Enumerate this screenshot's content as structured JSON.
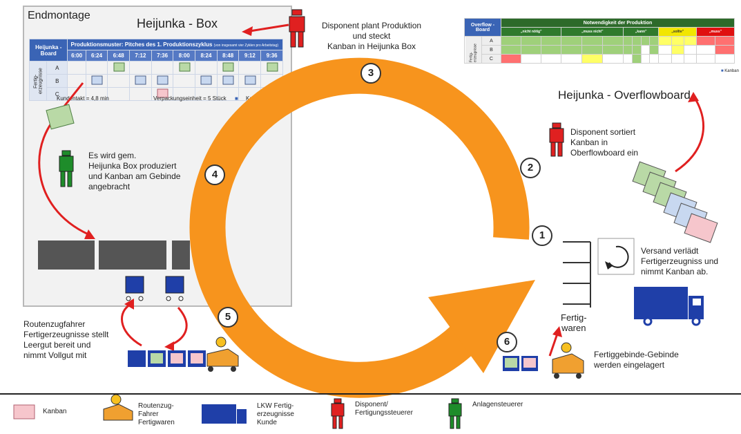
{
  "endmontage": {
    "title": "Endmontage",
    "box_title": "Heijunka - Box"
  },
  "heijunka_board": {
    "label": "Heijunka - Board",
    "header": "Produktionsmuster: Pitches des 1. Produktionszyklus",
    "header_note": "(von insgesamt vier Zyklen pro Arbeitstag)",
    "times": [
      "6:00",
      "6:24",
      "6:48",
      "7:12",
      "7:36",
      "8:00",
      "8:24",
      "8:48",
      "9:12",
      "9:36"
    ],
    "rows": [
      "A",
      "B",
      "C"
    ],
    "side_label": "Fertig-erzeugnisse",
    "footer_left": "Kundentakt = 4,8 min",
    "footer_mid": "Verpackungseinheit = 5 Stück",
    "footer_right": "Kanban"
  },
  "overflow_board": {
    "label": "Overflow - Board",
    "header": "Notwendigkeit der Produktion",
    "categories": [
      "„nicht nötig\"",
      "„muss nicht\"",
      "„kann\"",
      "„sollte\"",
      "„muss\""
    ],
    "rows": [
      "A",
      "B",
      "C"
    ],
    "side_label": "Fertig-erzeugnisse",
    "legend": "Kanban",
    "title": "Heijunka - Overflowboard"
  },
  "steps": {
    "s1": "1",
    "s2": "2",
    "s3": "3",
    "s4": "4",
    "s5": "5",
    "s6": "6",
    "t3_l1": "Disponent plant Produktion",
    "t3_l2": "und steckt",
    "t3_l3": "Kanban in Heijunka Box",
    "t2_l1": "Disponent sortiert",
    "t2_l2": "Kanban in",
    "t2_l3": "Oberflowboard ein",
    "t4_l1": "Es wird gem.",
    "t4_l2": "Heijunka Box produziert",
    "t4_l3": "und Kanban am Gebinde",
    "t4_l4": "angebracht",
    "t1_l1": "Versand verlädt",
    "t1_l2": "Fertigerzeugniss und",
    "t1_l3": "nimmt Kanban ab.",
    "t5_l1": "Routenzugfahrer",
    "t5_l2": "Fertigerzeugnisse stellt",
    "t5_l3": "Leergut bereit und",
    "t5_l4": "nimmt Vollgut mit",
    "t6_l1": "Fertiggebinde-Gebinde",
    "t6_l2": "werden eingelagert",
    "fertigwaren_l1": "Fertig-",
    "fertigwaren_l2": "waren"
  },
  "legend": {
    "kanban": "Kanban",
    "zug_l1": "Routenzug-",
    "zug_l2": "Fahrer",
    "zug_l3": "Fertigwaren",
    "lkw_l1": "LKW Fertig-",
    "lkw_l2": "erzeugnisse",
    "lkw_l3": "Kunde",
    "disp_l1": "Disponent/",
    "disp_l2": "Fertigungssteuerer",
    "anlage": "Anlagensteuerer"
  },
  "colors": {
    "orange": "#f7941d",
    "red": "#e02020",
    "green": "#1e8c2a",
    "blue": "#1f3fa8",
    "dark": "#555555"
  }
}
